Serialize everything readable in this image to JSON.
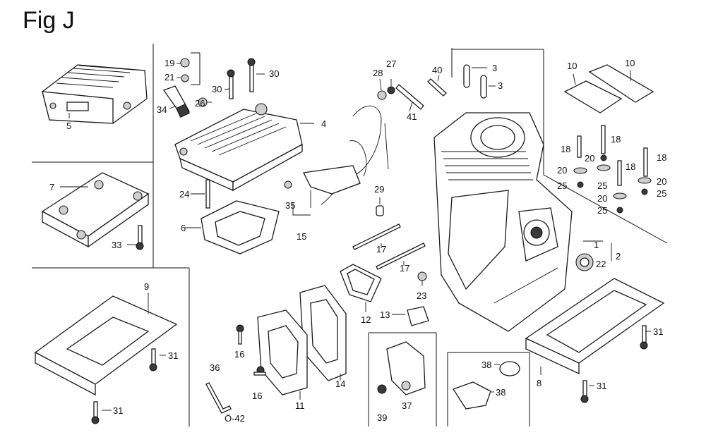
{
  "figure": {
    "title": "Fig J"
  },
  "callouts": [
    {
      "id": "c5",
      "label": "5"
    },
    {
      "id": "c19",
      "label": "19"
    },
    {
      "id": "c21",
      "label": "21"
    },
    {
      "id": "c34",
      "label": "34"
    },
    {
      "id": "c30a",
      "label": "30"
    },
    {
      "id": "c26",
      "label": "26"
    },
    {
      "id": "c30b",
      "label": "30"
    },
    {
      "id": "c4",
      "label": "4"
    },
    {
      "id": "c28",
      "label": "28"
    },
    {
      "id": "c27",
      "label": "27"
    },
    {
      "id": "c41",
      "label": "41"
    },
    {
      "id": "c40",
      "label": "40"
    },
    {
      "id": "c3a",
      "label": "3"
    },
    {
      "id": "c3b",
      "label": "3"
    },
    {
      "id": "c10a",
      "label": "10"
    },
    {
      "id": "c10b",
      "label": "10"
    },
    {
      "id": "c7",
      "label": "7"
    },
    {
      "id": "c33",
      "label": "33"
    },
    {
      "id": "c24",
      "label": "24"
    },
    {
      "id": "c6",
      "label": "6"
    },
    {
      "id": "c35",
      "label": "35"
    },
    {
      "id": "c15",
      "label": "15"
    },
    {
      "id": "c29",
      "label": "29"
    },
    {
      "id": "c17a",
      "label": "17"
    },
    {
      "id": "c17b",
      "label": "17"
    },
    {
      "id": "c18a",
      "label": "18"
    },
    {
      "id": "c18b",
      "label": "18"
    },
    {
      "id": "c18c",
      "label": "18"
    },
    {
      "id": "c18d",
      "label": "18"
    },
    {
      "id": "c20a",
      "label": "20"
    },
    {
      "id": "c20b",
      "label": "20"
    },
    {
      "id": "c20c",
      "label": "20"
    },
    {
      "id": "c20d",
      "label": "20"
    },
    {
      "id": "c25a",
      "label": "25"
    },
    {
      "id": "c25b",
      "label": "25"
    },
    {
      "id": "c25c",
      "label": "25"
    },
    {
      "id": "c25d",
      "label": "25"
    },
    {
      "id": "c1",
      "label": "1"
    },
    {
      "id": "c2",
      "label": "2"
    },
    {
      "id": "c22",
      "label": "22"
    },
    {
      "id": "c9",
      "label": "9"
    },
    {
      "id": "c31a",
      "label": "31"
    },
    {
      "id": "c31b",
      "label": "31"
    },
    {
      "id": "c31c",
      "label": "31"
    },
    {
      "id": "c31d",
      "label": "31"
    },
    {
      "id": "c16a",
      "label": "16"
    },
    {
      "id": "c16b",
      "label": "16"
    },
    {
      "id": "c36",
      "label": "36"
    },
    {
      "id": "c42",
      "label": "Ö-42"
    },
    {
      "id": "c11",
      "label": "11"
    },
    {
      "id": "c14",
      "label": "14"
    },
    {
      "id": "c12",
      "label": "12"
    },
    {
      "id": "c13",
      "label": "13"
    },
    {
      "id": "c23",
      "label": "23"
    },
    {
      "id": "c39",
      "label": "39"
    },
    {
      "id": "c37",
      "label": "37"
    },
    {
      "id": "c38a",
      "label": "38"
    },
    {
      "id": "c38b",
      "label": "38"
    },
    {
      "id": "c8",
      "label": "8"
    }
  ]
}
